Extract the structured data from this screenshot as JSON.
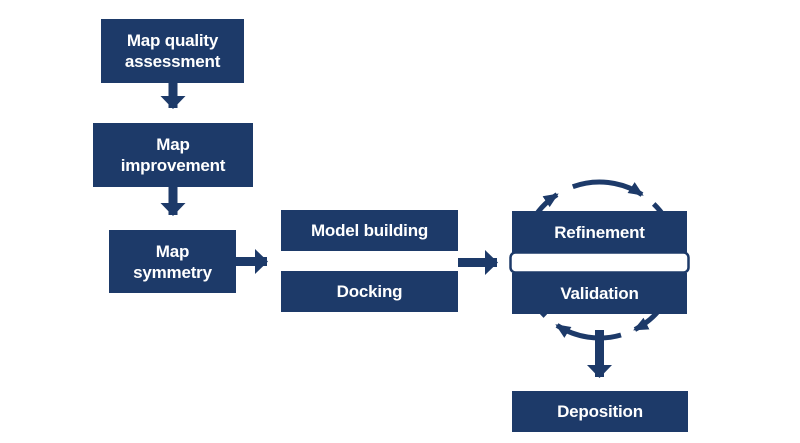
{
  "diagram": {
    "description": "Cryo-EM map-to-model workflow flowchart",
    "colors": {
      "box_fill": "#1d3a69",
      "arrow": "#1d3a69",
      "text": "#ffffff",
      "background": "#ffffff"
    },
    "nodes": {
      "map_quality": {
        "label": "Map quality assessment",
        "lines": [
          "Map quality",
          "assessment"
        ]
      },
      "map_improvement": {
        "label": "Map improvement",
        "lines": [
          "Map",
          "improvement"
        ]
      },
      "map_symmetry": {
        "label": "Map symmetry",
        "lines": [
          "Map",
          "symmetry"
        ]
      },
      "model_building": {
        "label": "Model building",
        "lines": [
          "Model building"
        ]
      },
      "docking": {
        "label": "Docking",
        "lines": [
          "Docking"
        ]
      },
      "refinement": {
        "label": "Refinement",
        "lines": [
          "Refinement"
        ]
      },
      "validation": {
        "label": "Validation",
        "lines": [
          "Validation"
        ]
      },
      "deposition": {
        "label": "Deposition",
        "lines": [
          "Deposition"
        ]
      }
    },
    "edges": [
      {
        "from": "map_quality",
        "to": "map_improvement",
        "type": "arrow-down"
      },
      {
        "from": "map_improvement",
        "to": "map_symmetry",
        "type": "arrow-down"
      },
      {
        "from": "map_symmetry",
        "to": "model_building_and_docking",
        "type": "arrow-right"
      },
      {
        "from": "model_building_and_docking",
        "to": "refinement_and_validation",
        "type": "arrow-right"
      },
      {
        "from": "refinement_and_validation",
        "to": "deposition",
        "type": "arrow-down"
      },
      {
        "between": [
          "refinement",
          "validation"
        ],
        "type": "iterative-cycle-circle"
      }
    ]
  }
}
